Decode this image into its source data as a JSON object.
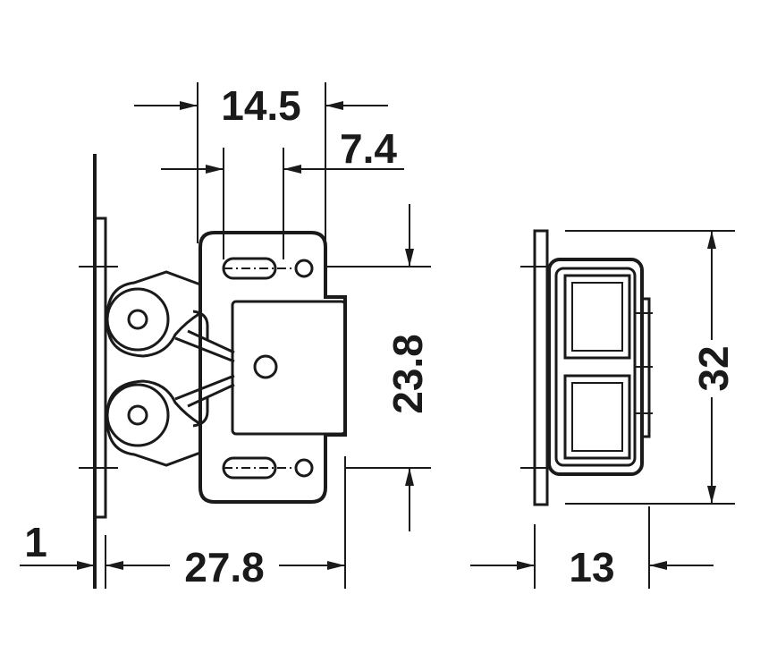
{
  "diagram": {
    "dimensions": {
      "width_top": "14.5",
      "offset_top": "7.4",
      "height_side": "23.8",
      "base_thickness": "1",
      "depth": "27.8",
      "height_right": "32",
      "depth_right": "13"
    },
    "colors": {
      "ink": "#1a1a1a",
      "background": "#ffffff"
    }
  }
}
